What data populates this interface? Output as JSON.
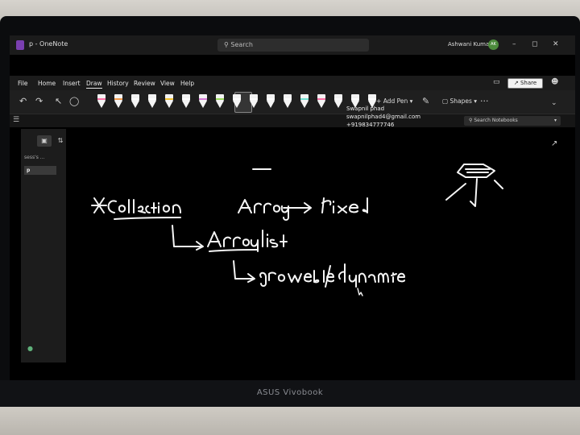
{
  "app": {
    "doc_title": "p - OneNote",
    "search_placeholder": "Search",
    "user_name": "Ashwani Kumar",
    "user_initials": "AK",
    "device_brand": "ASUS Vivobook"
  },
  "menu": {
    "items": [
      "File",
      "Home",
      "Insert",
      "Draw",
      "History",
      "Review",
      "View",
      "Help"
    ],
    "active": "Draw",
    "share_label": "Share"
  },
  "toolbar": {
    "add_pen_label": "Add Pen",
    "shapes_label": "Shapes",
    "more_label": "···",
    "pen_colors": [
      "#ff6fa5",
      "#f29a4a",
      "#ffffff",
      "#ffffff",
      "#f1c232",
      "#ffffff",
      "#d67ad6",
      "#9ad95a",
      "#ffffff",
      "#ffffff",
      "#ffffff",
      "#ffffff",
      "#6fe0d0",
      "#ff6fa5",
      "#ffffff",
      "#ffffff",
      "#ffffff"
    ]
  },
  "contact_card": {
    "name": "Swapnil phad",
    "email": "swapnilphad4@gmail.com",
    "phone": "+919834777746"
  },
  "notebook_search": {
    "placeholder": "Search Notebooks"
  },
  "nav": {
    "page_1": "sess's ...",
    "page_2": "p"
  }
}
